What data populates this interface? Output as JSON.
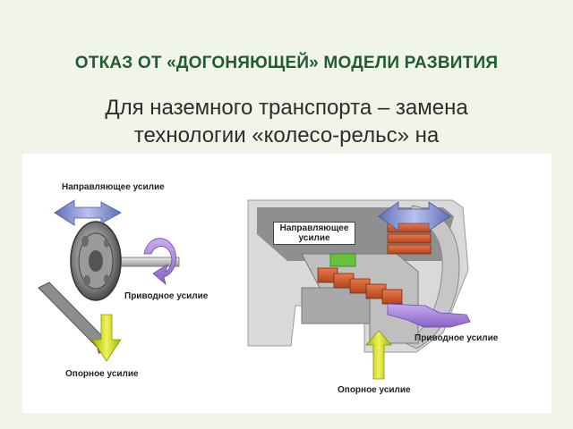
{
  "slide": {
    "title": "ОТКАЗ ОТ «ДОГОНЯЮЩЕЙ» МОДЕЛИ РАЗВИТИЯ",
    "subtitle_line1": "Для наземного транспорта – замена",
    "subtitle_line2": "технологии «колесо-рельс» на"
  },
  "wheel_diagram": {
    "guiding_force": "Направляющее усилие",
    "driving_force": "Приводное усилие",
    "support_force": "Опорное усилие"
  },
  "maglev_diagram": {
    "guiding_force_line1": "Направляющее",
    "guiding_force_line2": "усилие",
    "driving_force": "Приводное усилие",
    "support_force": "Опорное усилие"
  },
  "colors": {
    "title": "#1f5c34",
    "guiding_arrow": "#7a86c8",
    "driving_arrow": "#a987d8",
    "support_arrow": "#c9d400",
    "magnet": "#d2572a",
    "sensor": "#66c23a"
  }
}
